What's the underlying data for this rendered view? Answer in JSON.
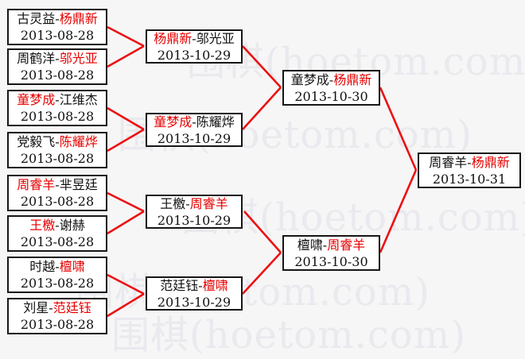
{
  "watermark": {
    "text": "围棋(hoetom.com)"
  },
  "ui": {
    "separator": "-"
  },
  "accent_colors": {
    "winner_text": "#e60000",
    "bracket_line": "#ee1010"
  },
  "matches": [
    {
      "left": "古灵益",
      "right": "杨鼎新",
      "winner": "right",
      "date": "2013-08-28"
    },
    {
      "left": "周鹤洋",
      "right": "邬光亚",
      "winner": "right",
      "date": "2013-08-28"
    },
    {
      "left": "童梦成",
      "right": "江维杰",
      "winner": "left",
      "date": "2013-08-28"
    },
    {
      "left": "党毅飞",
      "right": "陈耀烨",
      "winner": "right",
      "date": "2013-08-28"
    },
    {
      "left": "周睿羊",
      "right": "芈昱廷",
      "winner": "left",
      "date": "2013-08-28"
    },
    {
      "left": "王檄",
      "right": "谢赫",
      "winner": "left",
      "date": "2013-08-28"
    },
    {
      "left": "时越",
      "right": "檀啸",
      "winner": "right",
      "date": "2013-08-28"
    },
    {
      "left": "刘星",
      "right": "范廷钰",
      "winner": "right",
      "date": "2013-08-28"
    },
    {
      "left": "杨鼎新",
      "right": "邬光亚",
      "winner": "left",
      "date": "2013-10-29"
    },
    {
      "left": "童梦成",
      "right": "陈耀烨",
      "winner": "left",
      "date": "2013-10-29"
    },
    {
      "left": "王檄",
      "right": "周睿羊",
      "winner": "right",
      "date": "2013-10-29"
    },
    {
      "left": "范廷钰",
      "right": "檀啸",
      "winner": "right",
      "date": "2013-10-29"
    },
    {
      "left": "童梦成",
      "right": "杨鼎新",
      "winner": "right",
      "date": "2013-10-30"
    },
    {
      "left": "檀啸",
      "right": "周睿羊",
      "winner": "right",
      "date": "2013-10-30"
    },
    {
      "left": "周睿羊",
      "right": "杨鼎新",
      "winner": "right",
      "date": "2013-10-31"
    }
  ]
}
